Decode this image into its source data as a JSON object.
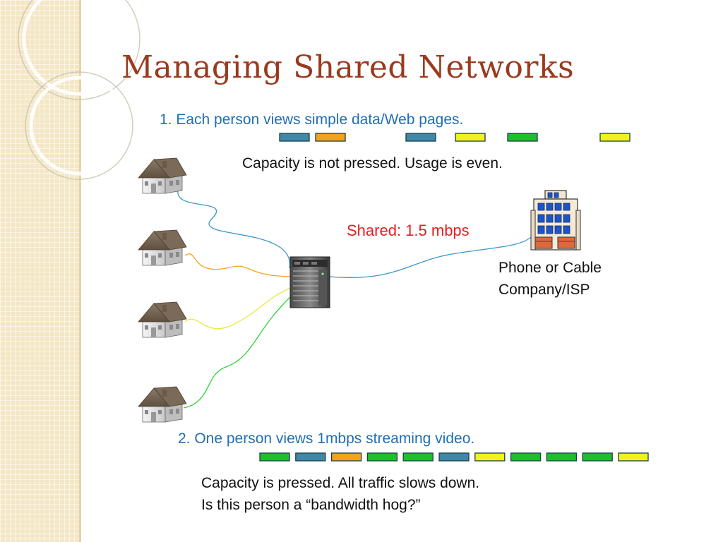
{
  "slide": {
    "title": "Managing Shared Networks",
    "scenario1_caption": "1. Each person views simple data/Web pages.",
    "scenario1_note": "Capacity is not pressed. Usage is even.",
    "shared_label": "Shared: 1.5 mbps",
    "isp_label_line1": "Phone or Cable",
    "isp_label_line2": "Company/ISP",
    "scenario2_caption": "2. One person views 1mbps streaming video.",
    "scenario2_note_line1": "Capacity is pressed. All traffic slows down.",
    "scenario2_note_line2": "Is this person a “bandwidth hog?”"
  },
  "colors": {
    "title": "#9a3a1e",
    "caption_blue": "#1f6fb8",
    "shared_red": "#e02020",
    "packet_blue": "#3f88a8",
    "packet_orange": "#f2a21b",
    "packet_yellow": "#f2f21b",
    "packet_green": "#1fbf2c",
    "wire_blue": "#3f97c8",
    "wire_orange": "#f2a21b",
    "wire_yellow": "#e8e840",
    "wire_green": "#2ed23a"
  },
  "diagram": {
    "houses": [
      {
        "id": "house-1",
        "wire_color": "blue"
      },
      {
        "id": "house-2",
        "wire_color": "orange"
      },
      {
        "id": "house-3",
        "wire_color": "yellow"
      },
      {
        "id": "house-4",
        "wire_color": "green"
      }
    ],
    "switch_icon": "network-switch-icon",
    "isp_icon": "office-building-icon",
    "scenario1_packets": [
      "blue",
      "orange",
      "blue",
      "yellow",
      "green",
      "yellow"
    ],
    "scenario2_packets": [
      "green",
      "blue",
      "orange",
      "green",
      "green",
      "blue",
      "yellow",
      "green",
      "green",
      "green",
      "yellow"
    ]
  }
}
